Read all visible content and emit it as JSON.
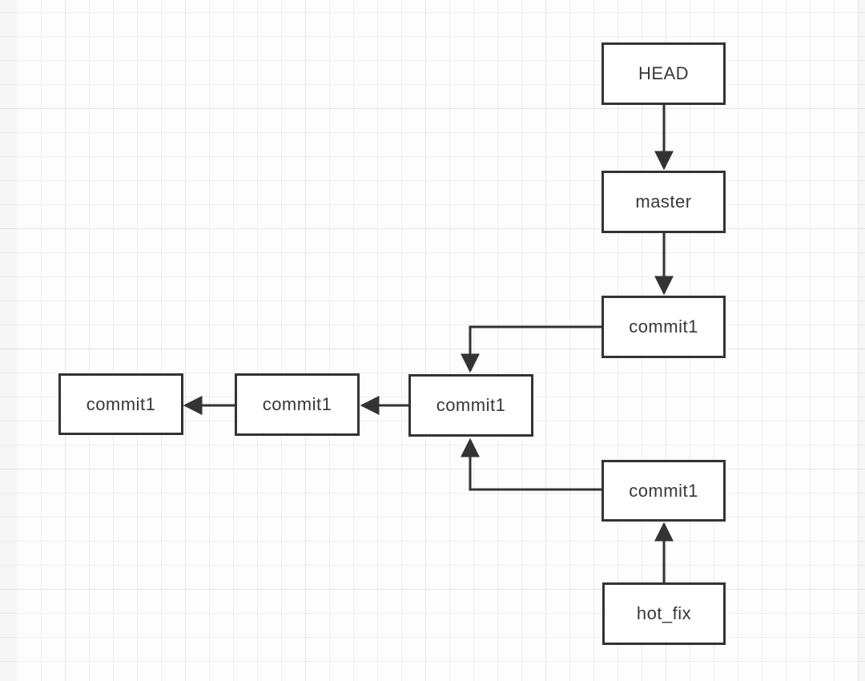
{
  "canvas": {
    "background_color": "#fdfdfd",
    "grid_minor_color": "#efefef",
    "grid_major_color": "#e7e7e7",
    "grid_minor_size": 30,
    "grid_major_size": 150
  },
  "diagram": {
    "node_fill": "#ffffff",
    "node_border_color": "#333333",
    "node_text_color": "#383838",
    "edge_color": "#333333",
    "arrowhead_style": "filled-triangle",
    "nodes": [
      {
        "id": "head",
        "label": "HEAD"
      },
      {
        "id": "master",
        "label": "master"
      },
      {
        "id": "commit-top",
        "label": "commit1"
      },
      {
        "id": "commit-center",
        "label": "commit1"
      },
      {
        "id": "commit-mid-left",
        "label": "commit1"
      },
      {
        "id": "commit-left",
        "label": "commit1"
      },
      {
        "id": "commit-bottom",
        "label": "commit1"
      },
      {
        "id": "hotfix",
        "label": "hot_fix"
      }
    ],
    "edges": [
      {
        "from": "head",
        "to": "master",
        "shape": "straight-down"
      },
      {
        "from": "master",
        "to": "commit-top",
        "shape": "straight-down"
      },
      {
        "from": "commit-top",
        "to": "commit-center",
        "shape": "elbow-left-down"
      },
      {
        "from": "commit-center",
        "to": "commit-mid-left",
        "shape": "straight-left"
      },
      {
        "from": "commit-mid-left",
        "to": "commit-left",
        "shape": "straight-left"
      },
      {
        "from": "commit-bottom",
        "to": "commit-center",
        "shape": "elbow-left-up"
      },
      {
        "from": "hotfix",
        "to": "commit-bottom",
        "shape": "straight-up"
      }
    ]
  }
}
